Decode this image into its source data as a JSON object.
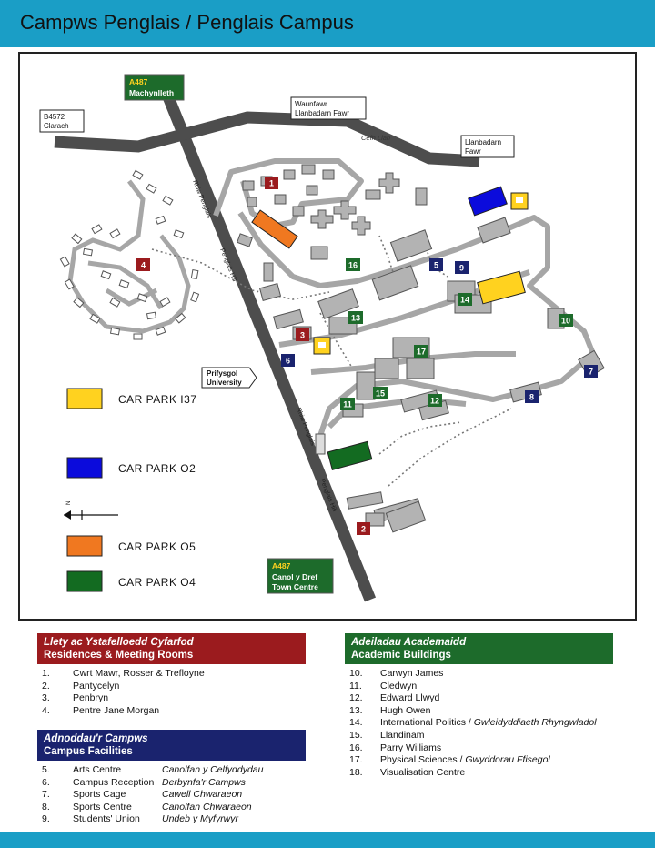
{
  "header": {
    "title": "Campws Penglais / Penglais Campus"
  },
  "map": {
    "road_signs": [
      {
        "route": "A487",
        "place": "Machynlleth"
      },
      {
        "route": "B4572",
        "place": "Clarach"
      },
      {
        "route": "",
        "place": "Waunfawr\nLlanbadarn Fawr"
      },
      {
        "route": "",
        "place": "Llanbadarn\nFawr"
      },
      {
        "route": "A487",
        "place": "Canol y Dref\nTown Centre"
      }
    ],
    "road_labels": {
      "cefn_llan": "Cefn Llan",
      "rhiw_penglais_1": "Rhiw Penglais",
      "penglais_hill_1": "Penglais Hill",
      "rhiw_penglais_2": "Rhiw Penglais",
      "penglais_hill_2": "Penglais Hill"
    },
    "university_sign": "Prifysgol\nUniversity",
    "markers": [
      {
        "n": "1",
        "kind": "residence"
      },
      {
        "n": "2",
        "kind": "residence"
      },
      {
        "n": "3",
        "kind": "residence"
      },
      {
        "n": "4",
        "kind": "residence"
      },
      {
        "n": "5",
        "kind": "facility"
      },
      {
        "n": "6",
        "kind": "facility"
      },
      {
        "n": "7",
        "kind": "facility"
      },
      {
        "n": "8",
        "kind": "facility"
      },
      {
        "n": "9",
        "kind": "facility"
      },
      {
        "n": "10",
        "kind": "academic"
      },
      {
        "n": "11",
        "kind": "academic"
      },
      {
        "n": "12",
        "kind": "academic"
      },
      {
        "n": "13",
        "kind": "academic"
      },
      {
        "n": "14",
        "kind": "academic"
      },
      {
        "n": "15",
        "kind": "academic"
      },
      {
        "n": "16",
        "kind": "academic"
      },
      {
        "n": "17",
        "kind": "academic"
      }
    ],
    "car_parks": [
      {
        "label": "CAR  PARK I37",
        "color": "#ffd21f"
      },
      {
        "label": "CAR  PARK O2",
        "color": "#0b0bdc"
      },
      {
        "label": "CAR  PARK O5",
        "color": "#f07820"
      },
      {
        "label": "CAR  PARK O4",
        "color": "#136b21"
      }
    ],
    "compass": "N"
  },
  "residences": {
    "title_cy": "Llety ac Ystafelloedd Cyfarfod",
    "title_en": "Residences & Meeting Rooms",
    "items": [
      {
        "num": "1.",
        "name": "Cwrt Mawr, Rosser & Trefloyne"
      },
      {
        "num": "2.",
        "name": "Pantycelyn"
      },
      {
        "num": "3.",
        "name": "Penbryn"
      },
      {
        "num": "4.",
        "name": "Pentre Jane Morgan"
      }
    ]
  },
  "facilities": {
    "title_cy": "Adnoddau'r Campws",
    "title_en": "Campus Facilities",
    "items": [
      {
        "num": "5.",
        "en": "Arts Centre",
        "cy": "Canolfan y Celfyddydau"
      },
      {
        "num": "6.",
        "en": "Campus Reception",
        "cy": "Derbynfa'r Campws"
      },
      {
        "num": "7.",
        "en": "Sports Cage",
        "cy": "Cawell Chwaraeon"
      },
      {
        "num": "8.",
        "en": "Sports Centre",
        "cy": "Canolfan Chwaraeon"
      },
      {
        "num": "9.",
        "en": "Students' Union",
        "cy": "Undeb y Myfyrwyr"
      }
    ]
  },
  "academic": {
    "title_cy": "Adeiladau Academaidd",
    "title_en": "Academic Buildings",
    "items": [
      {
        "num": "10.",
        "name": "Carwyn James",
        "cy": ""
      },
      {
        "num": "11.",
        "name": "Cledwyn",
        "cy": ""
      },
      {
        "num": "12.",
        "name": "Edward Llwyd",
        "cy": ""
      },
      {
        "num": "13.",
        "name": "Hugh Owen",
        "cy": ""
      },
      {
        "num": "14.",
        "name": "International Politics / ",
        "cy": "Gwleidyddiaeth Rhyngwladol"
      },
      {
        "num": "15.",
        "name": "Llandinam",
        "cy": ""
      },
      {
        "num": "16.",
        "name": "Parry Williams",
        "cy": ""
      },
      {
        "num": "17.",
        "name": "Physical Sciences / ",
        "cy": "Gwyddorau Ffisegol"
      },
      {
        "num": "18.",
        "name": "Visualisation Centre",
        "cy": ""
      }
    ]
  },
  "colors": {
    "header": "#1a9ec6",
    "residence": "#9b1b1e",
    "facility": "#1a236e",
    "academic": "#1d6b2b",
    "road": "#4d4d4d",
    "building": "#b3b3b3"
  }
}
